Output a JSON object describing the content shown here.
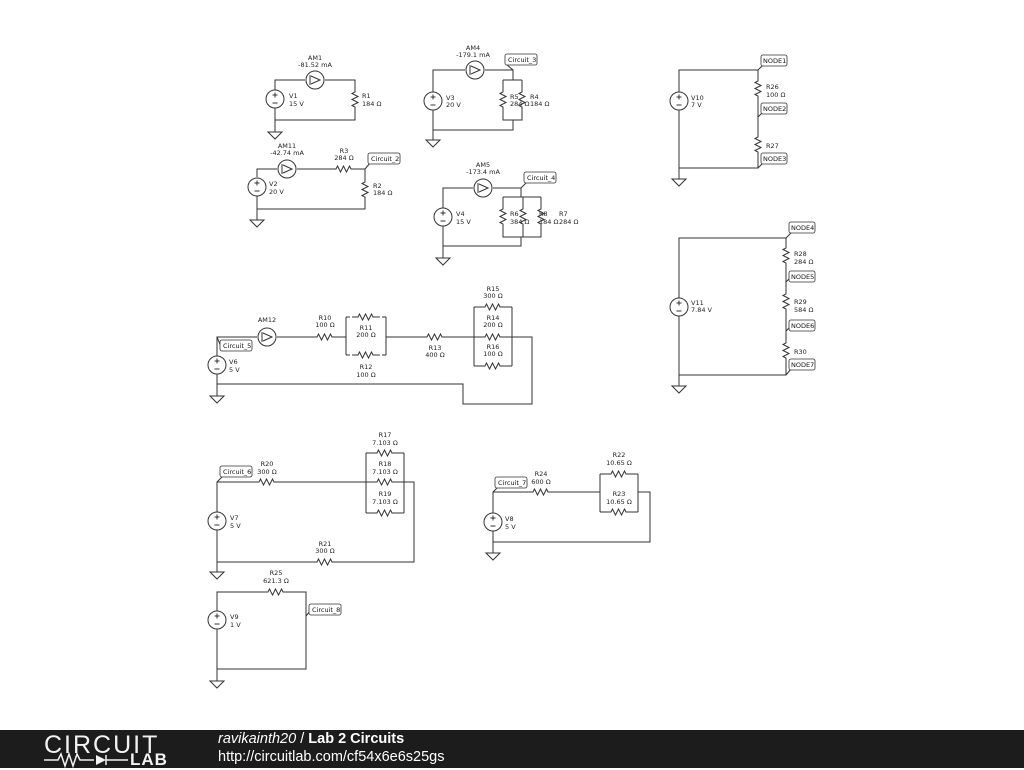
{
  "footer": {
    "logo_top": "CIRCUIT",
    "logo_bottom": "LAB",
    "username": "ravikainth20",
    "separator": " / ",
    "project_title": "Lab 2 Circuits",
    "url": "http://circuitlab.com/cf54x6e6s25gs"
  },
  "components": {
    "am1": {
      "name": "AM1",
      "value": "-81.52 mA"
    },
    "v1": {
      "name": "V1",
      "value": "15 V"
    },
    "r1": {
      "name": "R1",
      "value": "184 Ω"
    },
    "am4": {
      "name": "AM4",
      "value": "-179.1 mA"
    },
    "v3": {
      "name": "V3",
      "value": "20 V"
    },
    "r5": {
      "name": "R5",
      "value": "284 Ω"
    },
    "r4": {
      "name": "R4",
      "value": "184 Ω"
    },
    "am11": {
      "name": "AM11",
      "value": "-42.74 mA"
    },
    "r3": {
      "name": "R3",
      "value": "284 Ω"
    },
    "v2": {
      "name": "V2",
      "value": "20 V"
    },
    "r2": {
      "name": "R2",
      "value": "184 Ω"
    },
    "am5": {
      "name": "AM5",
      "value": "-173.4 mA"
    },
    "v4": {
      "name": "V4",
      "value": "15 V"
    },
    "r6": {
      "name": "R6",
      "value": "384 Ω"
    },
    "r8": {
      "name": "R8",
      "value": "184 Ω"
    },
    "r7": {
      "name": "R7",
      "value": "284 Ω"
    },
    "v10": {
      "name": "V10",
      "value": "7 V"
    },
    "r26": {
      "name": "R26",
      "value": "100 Ω"
    },
    "r27": {
      "name": "R27",
      "value": ""
    },
    "v11": {
      "name": "V11",
      "value": "7.84 V"
    },
    "r28": {
      "name": "R28",
      "value": "284 Ω"
    },
    "r29": {
      "name": "R29",
      "value": "584 Ω"
    },
    "r30": {
      "name": "R30",
      "value": ""
    },
    "am12": {
      "name": "AM12",
      "value": ""
    },
    "v6": {
      "name": "V6",
      "value": "5 V"
    },
    "r10": {
      "name": "R10",
      "value": "100 Ω"
    },
    "r11": {
      "name": "R11",
      "value": "200 Ω"
    },
    "r12": {
      "name": "R12",
      "value": "100 Ω"
    },
    "r13": {
      "name": "R13",
      "value": "400 Ω"
    },
    "r15": {
      "name": "R15",
      "value": "300 Ω"
    },
    "r14": {
      "name": "R14",
      "value": "200 Ω"
    },
    "r16": {
      "name": "R16",
      "value": "100 Ω"
    },
    "r17": {
      "name": "R17",
      "value": "7.103 Ω"
    },
    "r18": {
      "name": "R18",
      "value": "7.103 Ω"
    },
    "r19": {
      "name": "R19",
      "value": "7.103 Ω"
    },
    "r20": {
      "name": "R20",
      "value": "300 Ω"
    },
    "v7": {
      "name": "V7",
      "value": "5 V"
    },
    "r21": {
      "name": "R21",
      "value": "300 Ω"
    },
    "r22": {
      "name": "R22",
      "value": "10.65 Ω"
    },
    "r23": {
      "name": "R23",
      "value": "10.65 Ω"
    },
    "r24": {
      "name": "R24",
      "value": "600 Ω"
    },
    "v8": {
      "name": "V8",
      "value": "5 V"
    },
    "r25": {
      "name": "R25",
      "value": "621.3 Ω"
    },
    "v9": {
      "name": "V9",
      "value": "1 V"
    }
  },
  "net_labels": {
    "circuit_2": "Circuit_2",
    "circuit_3": "Circuit_3",
    "circuit_4": "Circuit_4",
    "circuit_5": "Circuit_5",
    "circuit_6": "Circuit_6",
    "circuit_7": "Circuit_7",
    "circuit_8": "Circuit_8",
    "node1": "NODE1",
    "node2": "NODE2",
    "node3": "NODE3",
    "node4": "NODE4",
    "node5": "NODE5",
    "node6": "NODE6",
    "node7": "NODE7"
  }
}
